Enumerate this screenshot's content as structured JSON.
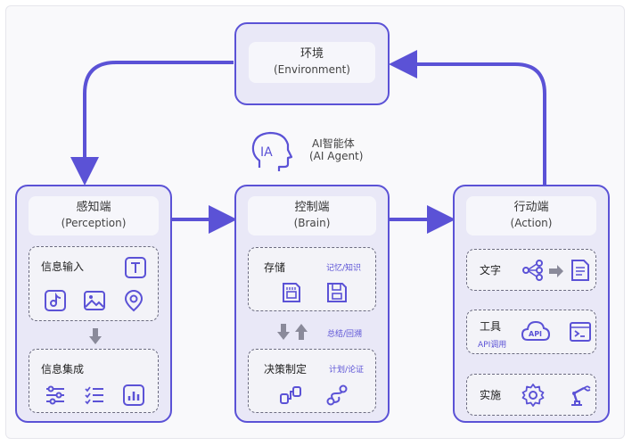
{
  "environment": {
    "title": "环境",
    "subtitle": "(Environment)"
  },
  "agent": {
    "title": "AI智能体",
    "subtitle": "(AI Agent)",
    "logo_text": "IA"
  },
  "perception": {
    "title": "感知端",
    "subtitle": "(Perception)",
    "input_label": "信息输入",
    "integration_label": "信息集成"
  },
  "brain": {
    "title": "控制端",
    "subtitle": "(Brain)",
    "storage_label": "存储",
    "storage_sub": "记忆/知识",
    "flow_sub": "总结/回溯",
    "decision_label": "决策制定",
    "decision_sub": "计划/论证"
  },
  "action": {
    "title": "行动端",
    "subtitle": "(Action)",
    "text_label": "文字",
    "tool_label": "工具",
    "tool_sub": "API调用",
    "api_text": "API",
    "exec_label": "实施"
  },
  "colors": {
    "accent": "#5b52d6",
    "box_fill": "#e9e8f7",
    "dashed": "#6b6b80"
  },
  "icons": [
    "text-t-icon",
    "music-note-icon",
    "image-icon",
    "location-pin-icon",
    "arrow-down-icon",
    "sliders-icon",
    "checklist-icon",
    "bar-chart-icon",
    "memory-card-icon",
    "save-disk-icon",
    "arrow-up-down-icon",
    "decision-flow-icon",
    "path-nodes-icon",
    "share-tree-icon",
    "arrow-right-icon",
    "document-icon",
    "cloud-api-icon",
    "terminal-icon",
    "gear-icon",
    "robot-arm-icon",
    "human-head-icon"
  ]
}
